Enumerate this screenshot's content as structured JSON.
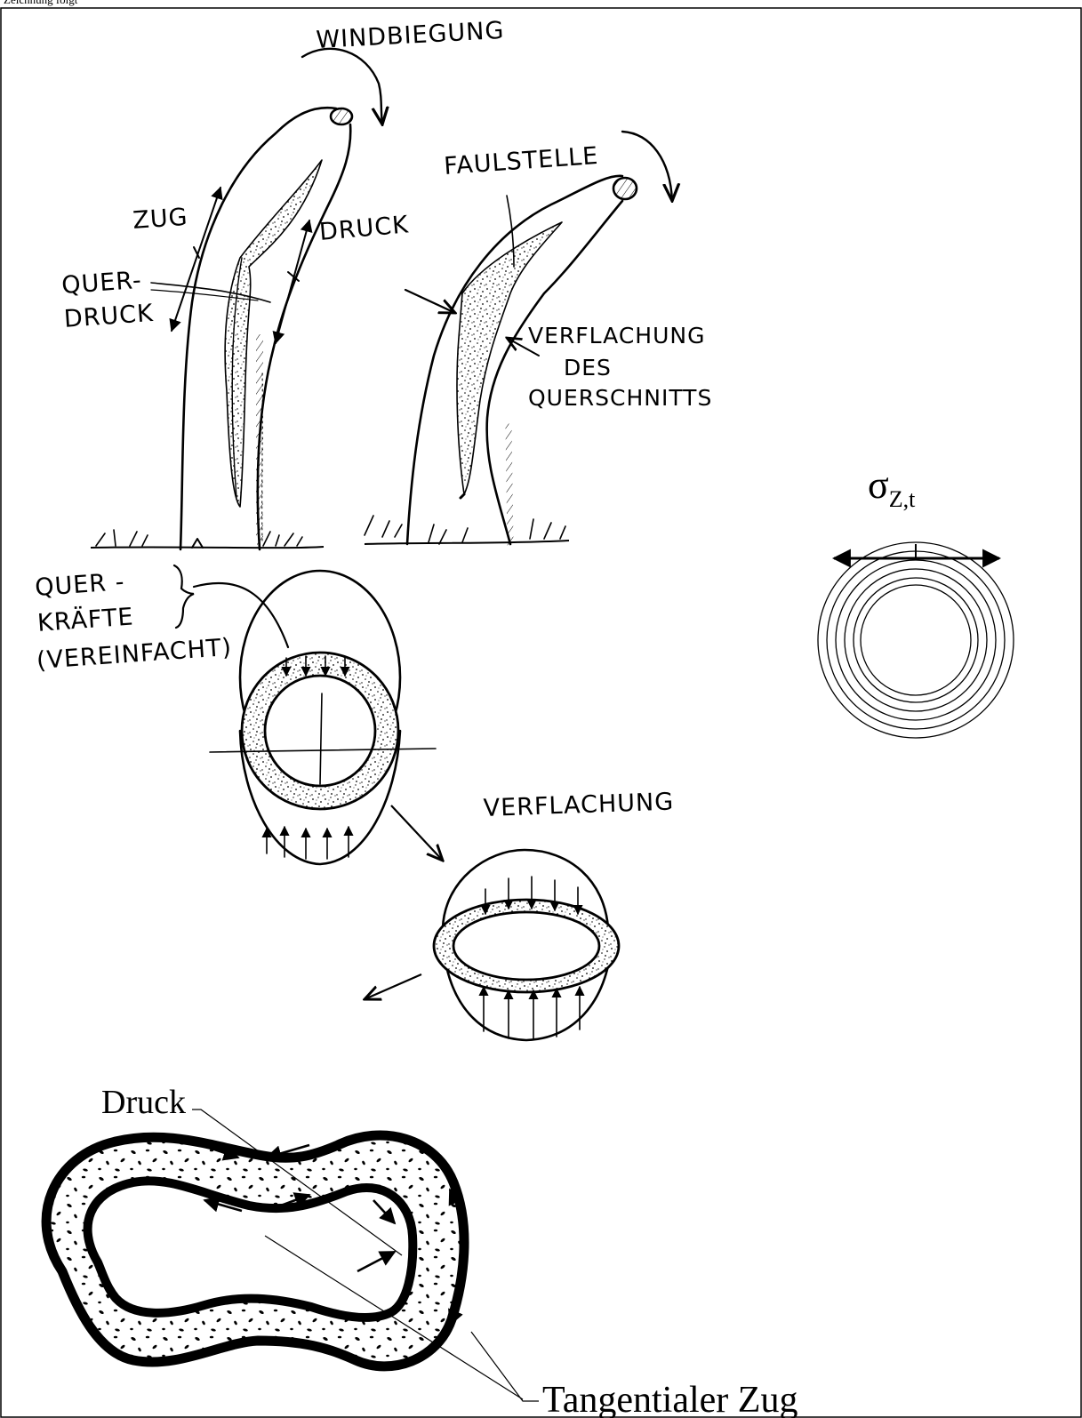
{
  "header": {
    "text": "Zeichnung folgt"
  },
  "sketch_labels": {
    "windbiegung": "WINDBIEGUNG",
    "zug": "ZUG",
    "druck": "DRUCK",
    "querdruck": "QUER-\nDRUCK",
    "faulstelle": "FAULSTELLE",
    "verflachung_des_querschnitts": "VERFLACHUNG\nDES\nQUERSCHNITTS",
    "querkraefte": "QUER -\nKRÄFTE\n(VEREINFACHT)",
    "verflachung": "VERFLACHUNG"
  },
  "stress_symbol": {
    "main": "σ",
    "subscript": "Z,t"
  },
  "cross_section_labels": {
    "druck": "Druck",
    "tangentialer_zug": "Tangentialer Zug"
  },
  "colors": {
    "ink": "#000000",
    "paper": "#ffffff"
  }
}
